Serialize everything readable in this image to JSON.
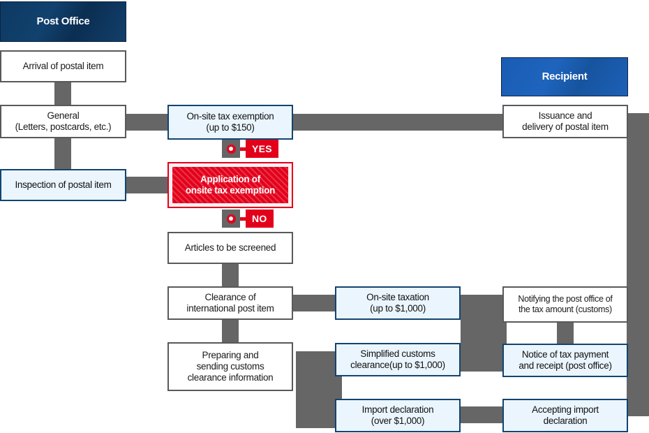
{
  "diagram": {
    "title_left": "Post Office",
    "title_right": "Recipient",
    "colors": {
      "office_banner": "#0d3a63",
      "recipient_banner": "#1a5cb4",
      "connector_gray": "#666666",
      "accent_red": "#e3001b",
      "box_blue_fill": "#eaf5fd",
      "box_blue_border": "#12446f",
      "box_plain_border": "#58595b"
    },
    "left_column": {
      "arrival": "Arrival of postal item",
      "general": "General\n(Letters, postcards, etc.)",
      "inspection": "Inspection of postal item"
    },
    "center_column": {
      "exemption": "On-site tax exemption\n(up to $150)",
      "application": "Application of\nonsite tax exemption",
      "screened": "Articles to be screened",
      "clearance": "Clearance of\ninternational post item",
      "preparing": "Preparing and\nsending customs\nclearance information"
    },
    "decisions": {
      "yes": "YES",
      "no": "NO"
    },
    "tax_column": {
      "onsite_taxation": "On-site taxation\n(up to $1,000)",
      "simplified": "Simplified customs\nclearance(up to $1,000)",
      "import_declaration": "Import declaration\n(over $1,000)"
    },
    "right_column": {
      "issuance": "Issuance and\ndelivery of postal item",
      "notifying": "Notifying the post office of\nthe tax amount (customs)",
      "notice": "Notice of tax payment\nand receipt (post office)",
      "accepting": "Accepting import\ndeclaration"
    }
  }
}
